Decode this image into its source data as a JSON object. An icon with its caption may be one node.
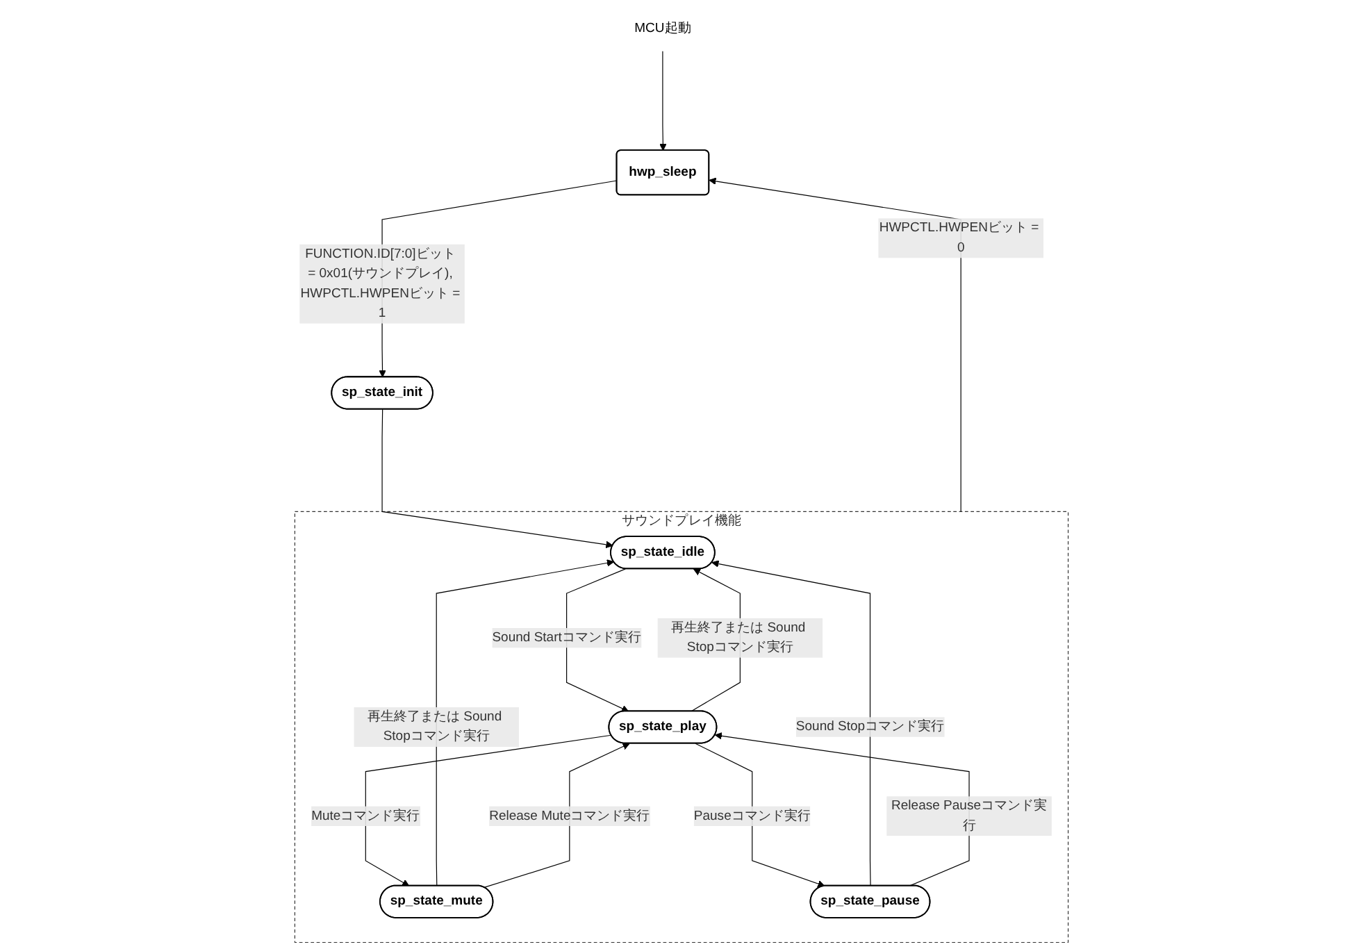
{
  "diagram": {
    "nodes": [
      {
        "text": [
          "MCU起動"
        ]
      },
      {
        "text": [
          "hwp_sleep"
        ]
      },
      {
        "text": [
          "sp_state_init"
        ]
      },
      {
        "text": [
          "サウンドプレイ機能"
        ]
      },
      {
        "text": [
          "sp_state_idle"
        ],
        "in": 3
      },
      {
        "text": [
          "sp_state_mute"
        ],
        "in": 3
      },
      {
        "text": [
          "sp_state_play"
        ],
        "in": 3
      },
      {
        "text": [
          "sp_state_pause"
        ],
        "in": 3
      }
    ],
    "edges": [
      {
        "from": 0,
        "to": 1,
        "arrow": "to"
      },
      {
        "from": 1,
        "to": 2,
        "arrow": "to",
        "label": "FUNCTION.ID[7:0]ビット = 0x01(サウンドプレイ), HWPCTL.HWPENビット = 1"
      },
      {
        "from": 3,
        "to": 1,
        "arrow": "to",
        "label": "HWPCTL.HWPENビット = 0"
      },
      {
        "from": 2,
        "to": 4,
        "arrow": "to"
      },
      {
        "from": 5,
        "to": 4,
        "arrow": "to",
        "label": "再生終了または Sound Stopコマンド実行"
      },
      {
        "from": 4,
        "to": 6,
        "arrow": "to",
        "label": "Sound Startコマンド実行"
      },
      {
        "from": 6,
        "to": 4,
        "arrow": "to",
        "label": "再生終了または Sound Stopコマンド実行"
      },
      {
        "from": 7,
        "to": 4,
        "arrow": "to",
        "label": "Sound Stopコマンド実行"
      },
      {
        "from": 6,
        "to": 5,
        "arrow": "to",
        "label": "Muteコマンド実行"
      },
      {
        "from": 5,
        "to": 6,
        "arrow": "to",
        "label": "Release Muteコマンド実行"
      },
      {
        "from": 6,
        "to": 7,
        "arrow": "to",
        "label": "Pauseコマンド実行"
      },
      {
        "from": 7,
        "to": 6,
        "arrow": "to",
        "label": "Release Pauseコマンド実行"
      }
    ]
  }
}
